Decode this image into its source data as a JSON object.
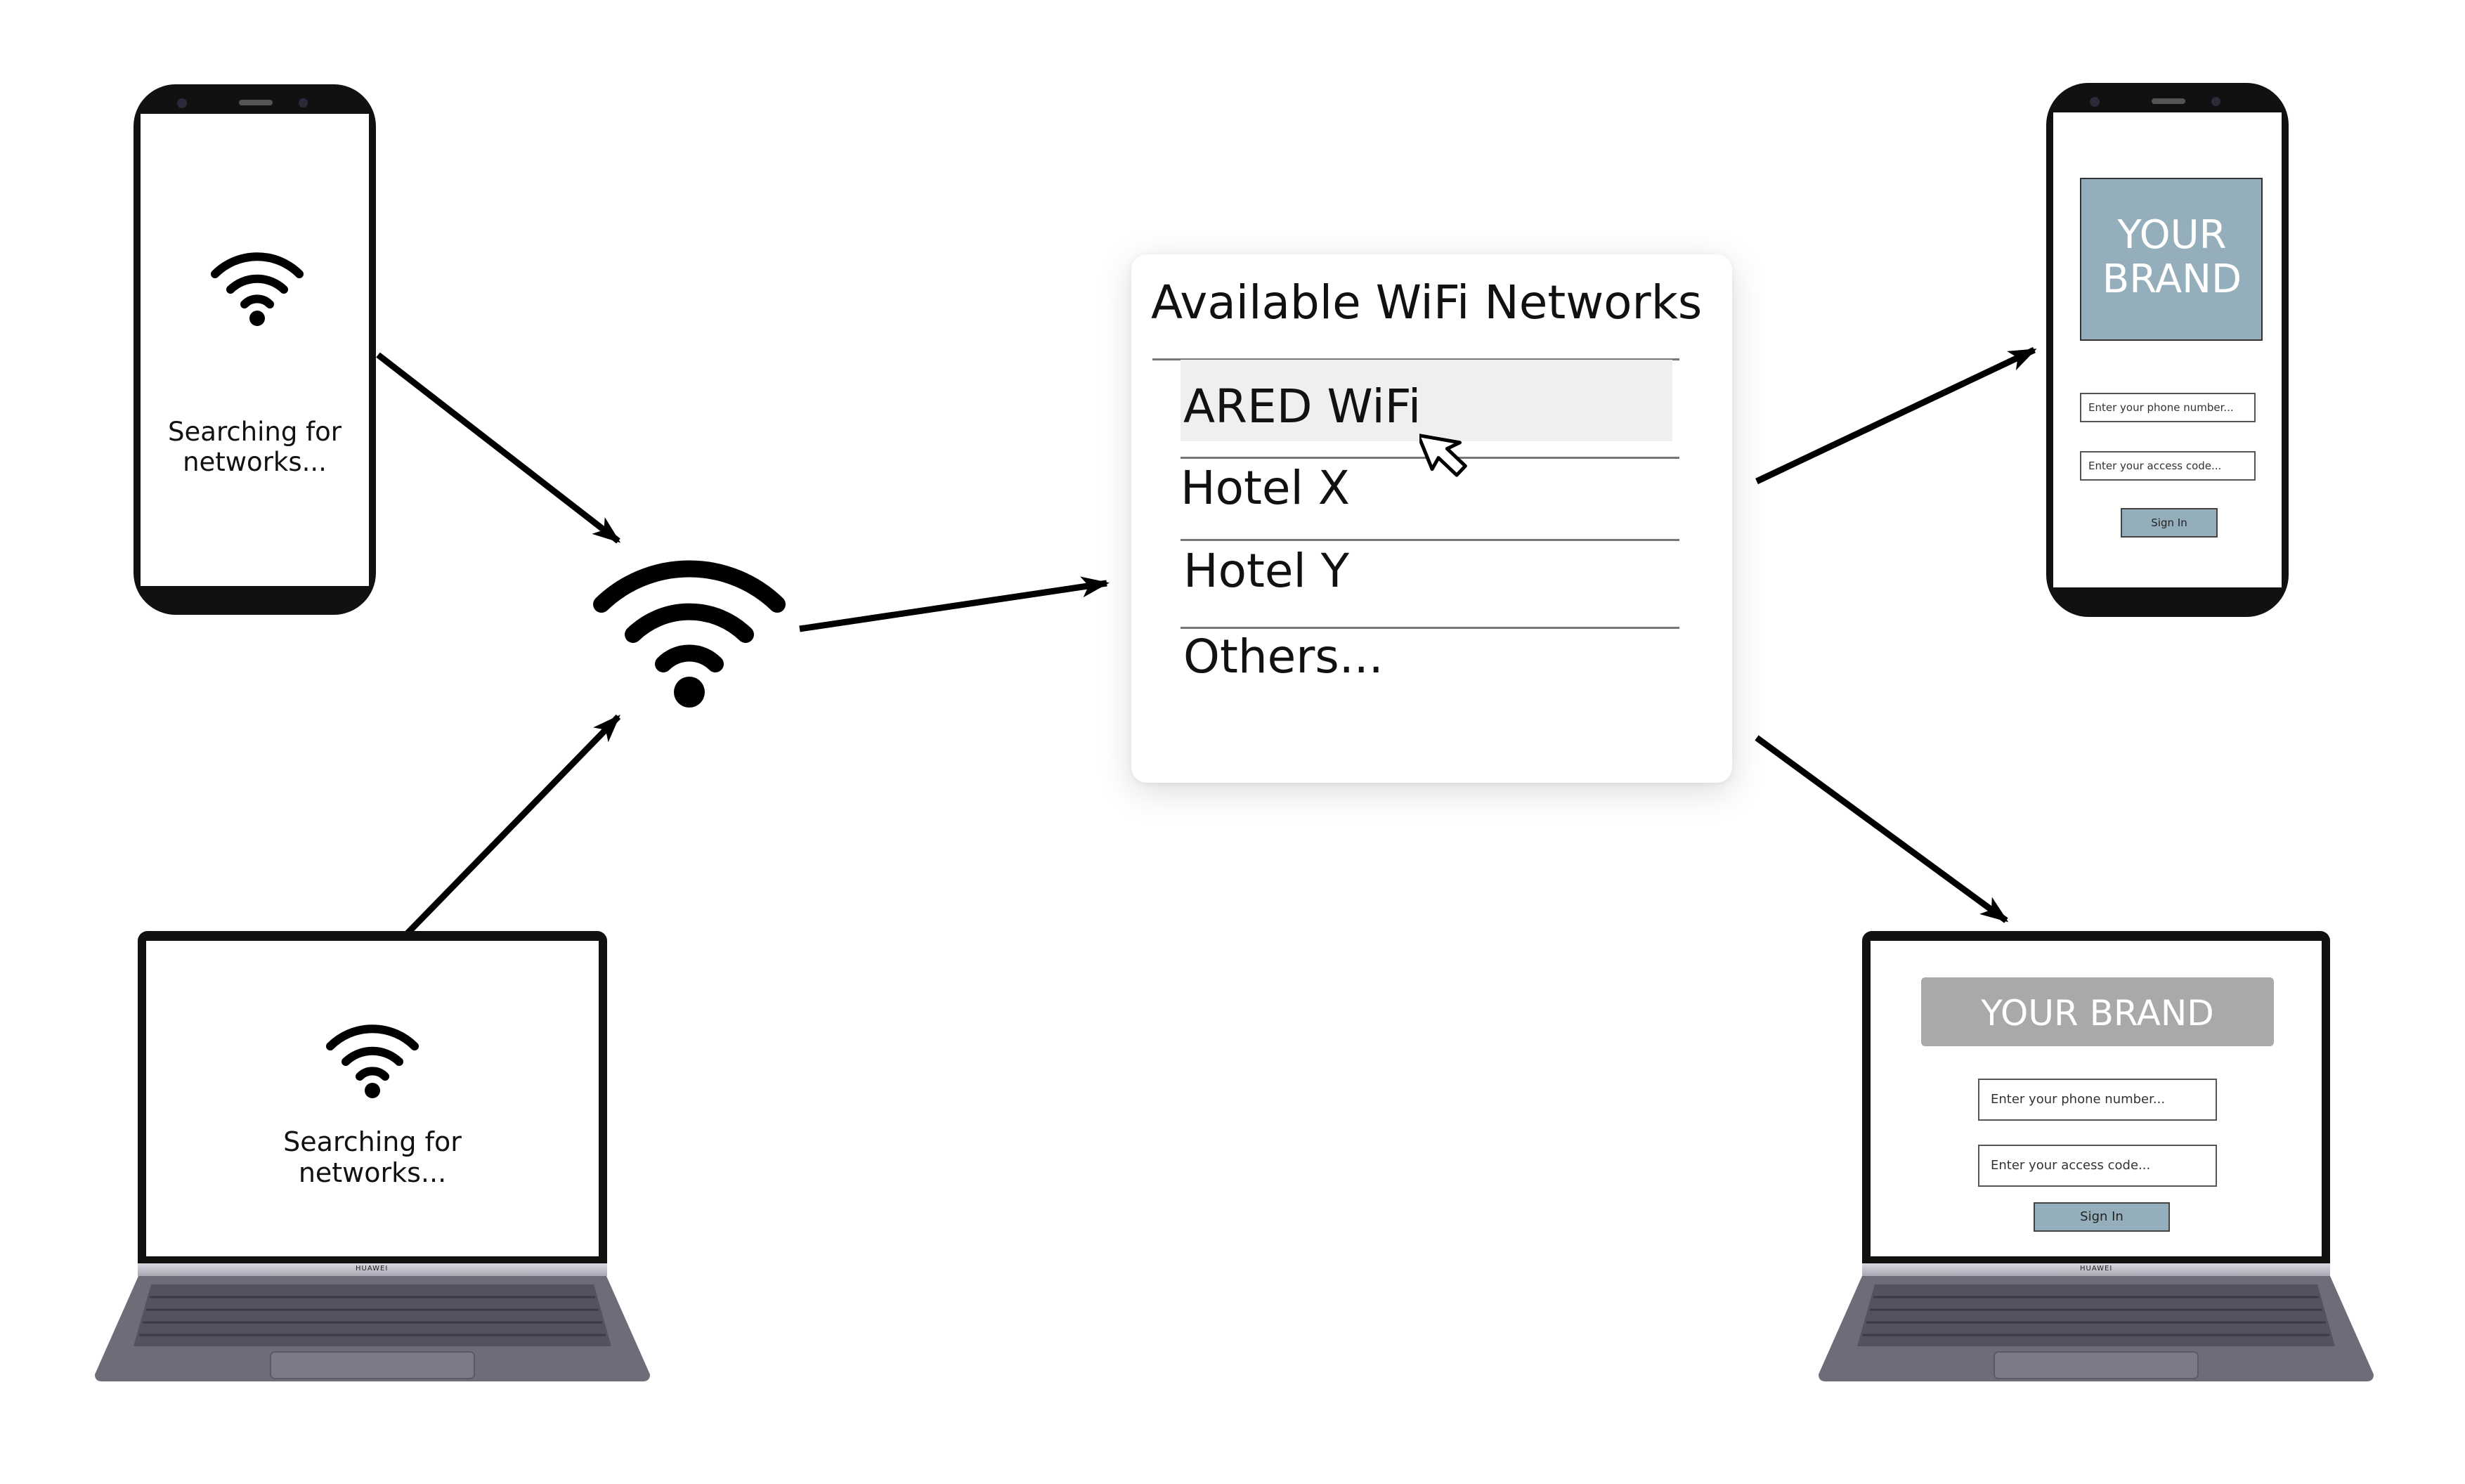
{
  "devices": {
    "phone_searching": {
      "status_text": "Searching for networks..."
    },
    "laptop_searching": {
      "status_text": "Searching for networks..."
    },
    "laptop_maker": "HUAWEI"
  },
  "network_list": {
    "title": "Available WiFi Networks",
    "items": [
      {
        "label": "ARED WiFi",
        "selected": true
      },
      {
        "label": "Hotel X",
        "selected": false
      },
      {
        "label": "Hotel Y",
        "selected": false
      },
      {
        "label": "Others...",
        "selected": false
      }
    ]
  },
  "portal": {
    "brand_phone": "YOUR BRAND",
    "brand_laptop": "YOUR BRAND",
    "phone_placeholder": "Enter your phone number...",
    "access_code_placeholder": "Enter your access code...",
    "sign_in_label": "Sign In"
  },
  "colors": {
    "brand_phone_bg": "#95aebb",
    "brand_laptop_bg": "#a9a9a9",
    "selected_row_bg": "#efefef",
    "sign_in_bg": "#95aebb"
  },
  "icons": [
    "wifi-icon",
    "cursor-pointer-icon",
    "arrow-icon"
  ]
}
